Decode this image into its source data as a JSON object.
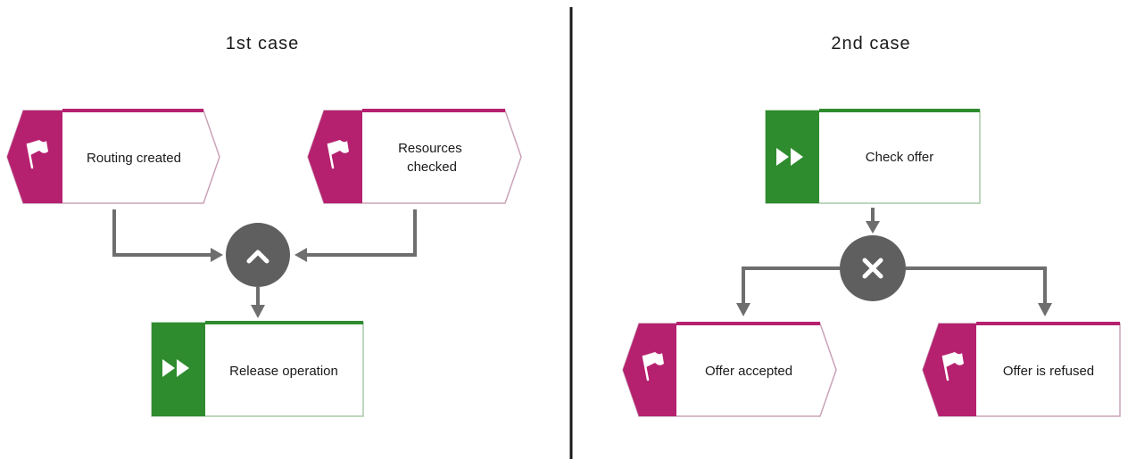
{
  "cases": [
    {
      "title": "1st case",
      "events": [
        {
          "label_lines": [
            "Routing created"
          ]
        },
        {
          "label_lines": [
            "Resources",
            "checked"
          ]
        }
      ],
      "operator": {
        "type": "AND",
        "icon": "chevron-up-icon"
      },
      "function": {
        "label_lines": [
          "Release operation"
        ]
      }
    },
    {
      "title": "2nd case",
      "function": {
        "label_lines": [
          "Check offer"
        ]
      },
      "operator": {
        "type": "XOR",
        "icon": "x-icon"
      },
      "events": [
        {
          "label_lines": [
            "Offer accepted"
          ]
        },
        {
          "label_lines": [
            "Offer is refused"
          ]
        }
      ]
    }
  ],
  "icons": {
    "event": "flag-icon",
    "function": "fast-forward-icon"
  },
  "colors": {
    "event_accent": "#b5216f",
    "function_accent": "#2e8b2e",
    "operator_fill": "#5f5f5f",
    "connector": "#6e6e6e",
    "divider": "#1a1a1a"
  }
}
